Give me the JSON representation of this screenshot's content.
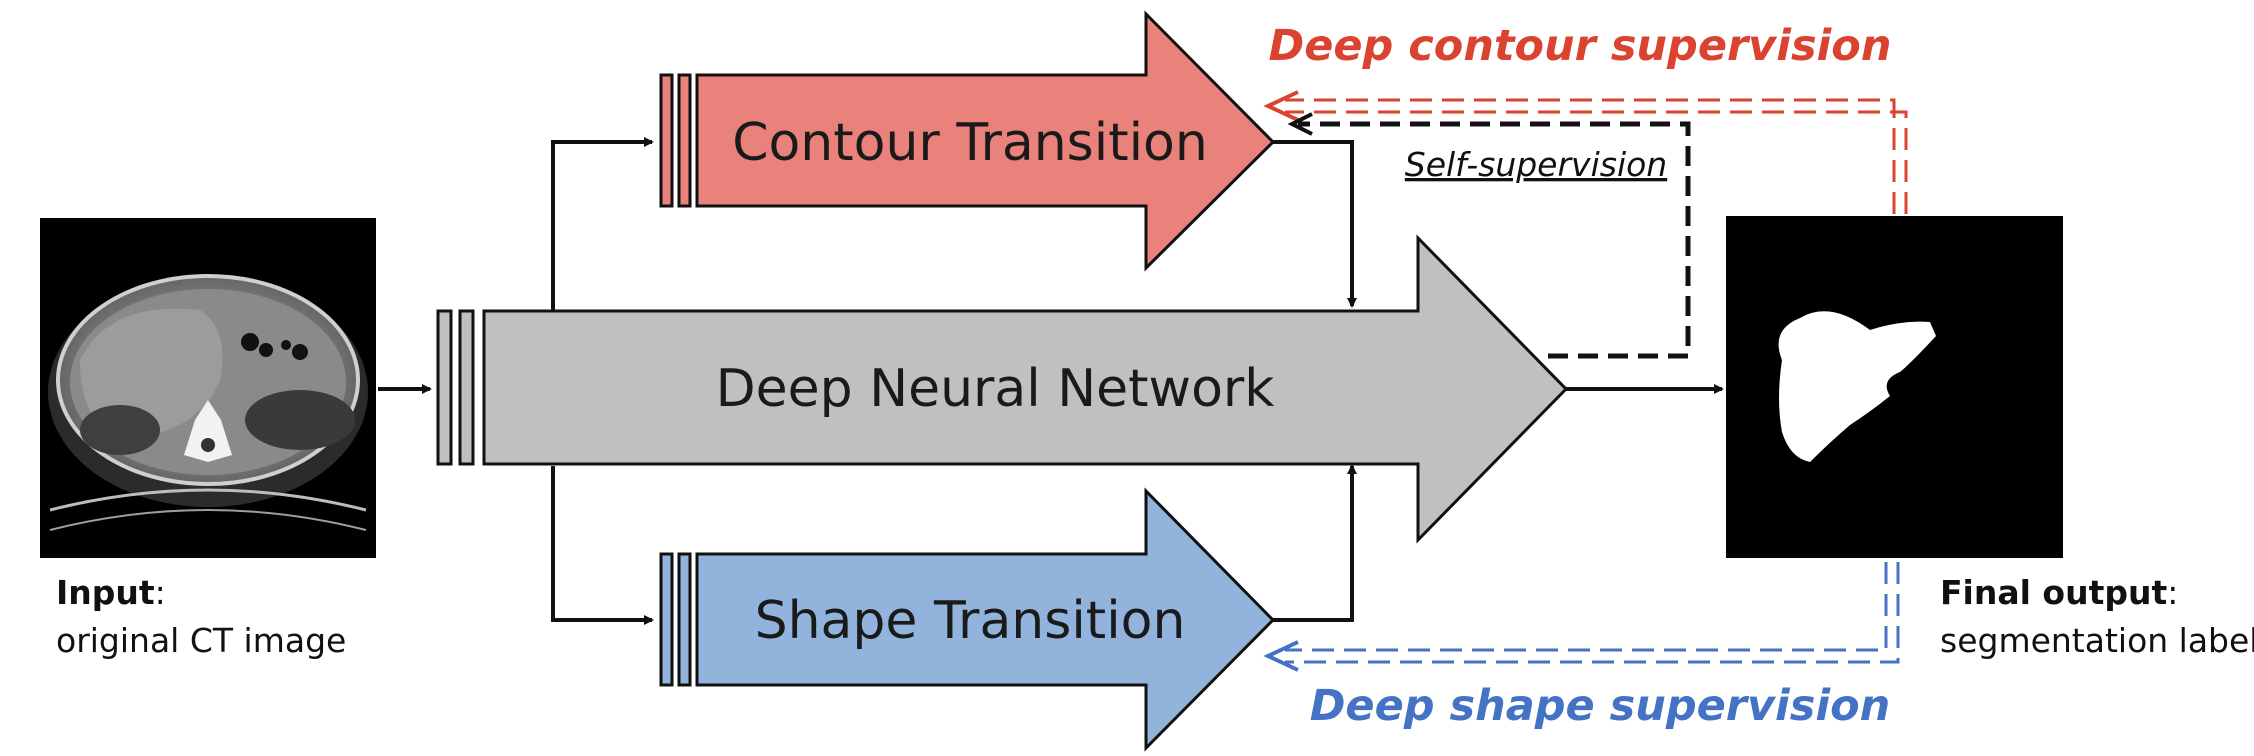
{
  "blocks": {
    "contour": {
      "label": "Contour Transition",
      "color": "#e8827a"
    },
    "dnn": {
      "label": "Deep Neural Network",
      "color": "#c0c0c0"
    },
    "shape": {
      "label": "Shape Transition",
      "color": "#92b4dc"
    }
  },
  "supervision": {
    "contour": {
      "label": "Deep contour supervision",
      "color": "#d9432f"
    },
    "self": {
      "label": "Self-supervision",
      "color": "#111111"
    },
    "shape": {
      "label": "Deep shape supervision",
      "color": "#4472c4"
    }
  },
  "input": {
    "title": "Input",
    "colon": ":",
    "desc": "original CT image"
  },
  "output": {
    "title": "Final output",
    "colon": ":",
    "desc": "segmentation label"
  }
}
